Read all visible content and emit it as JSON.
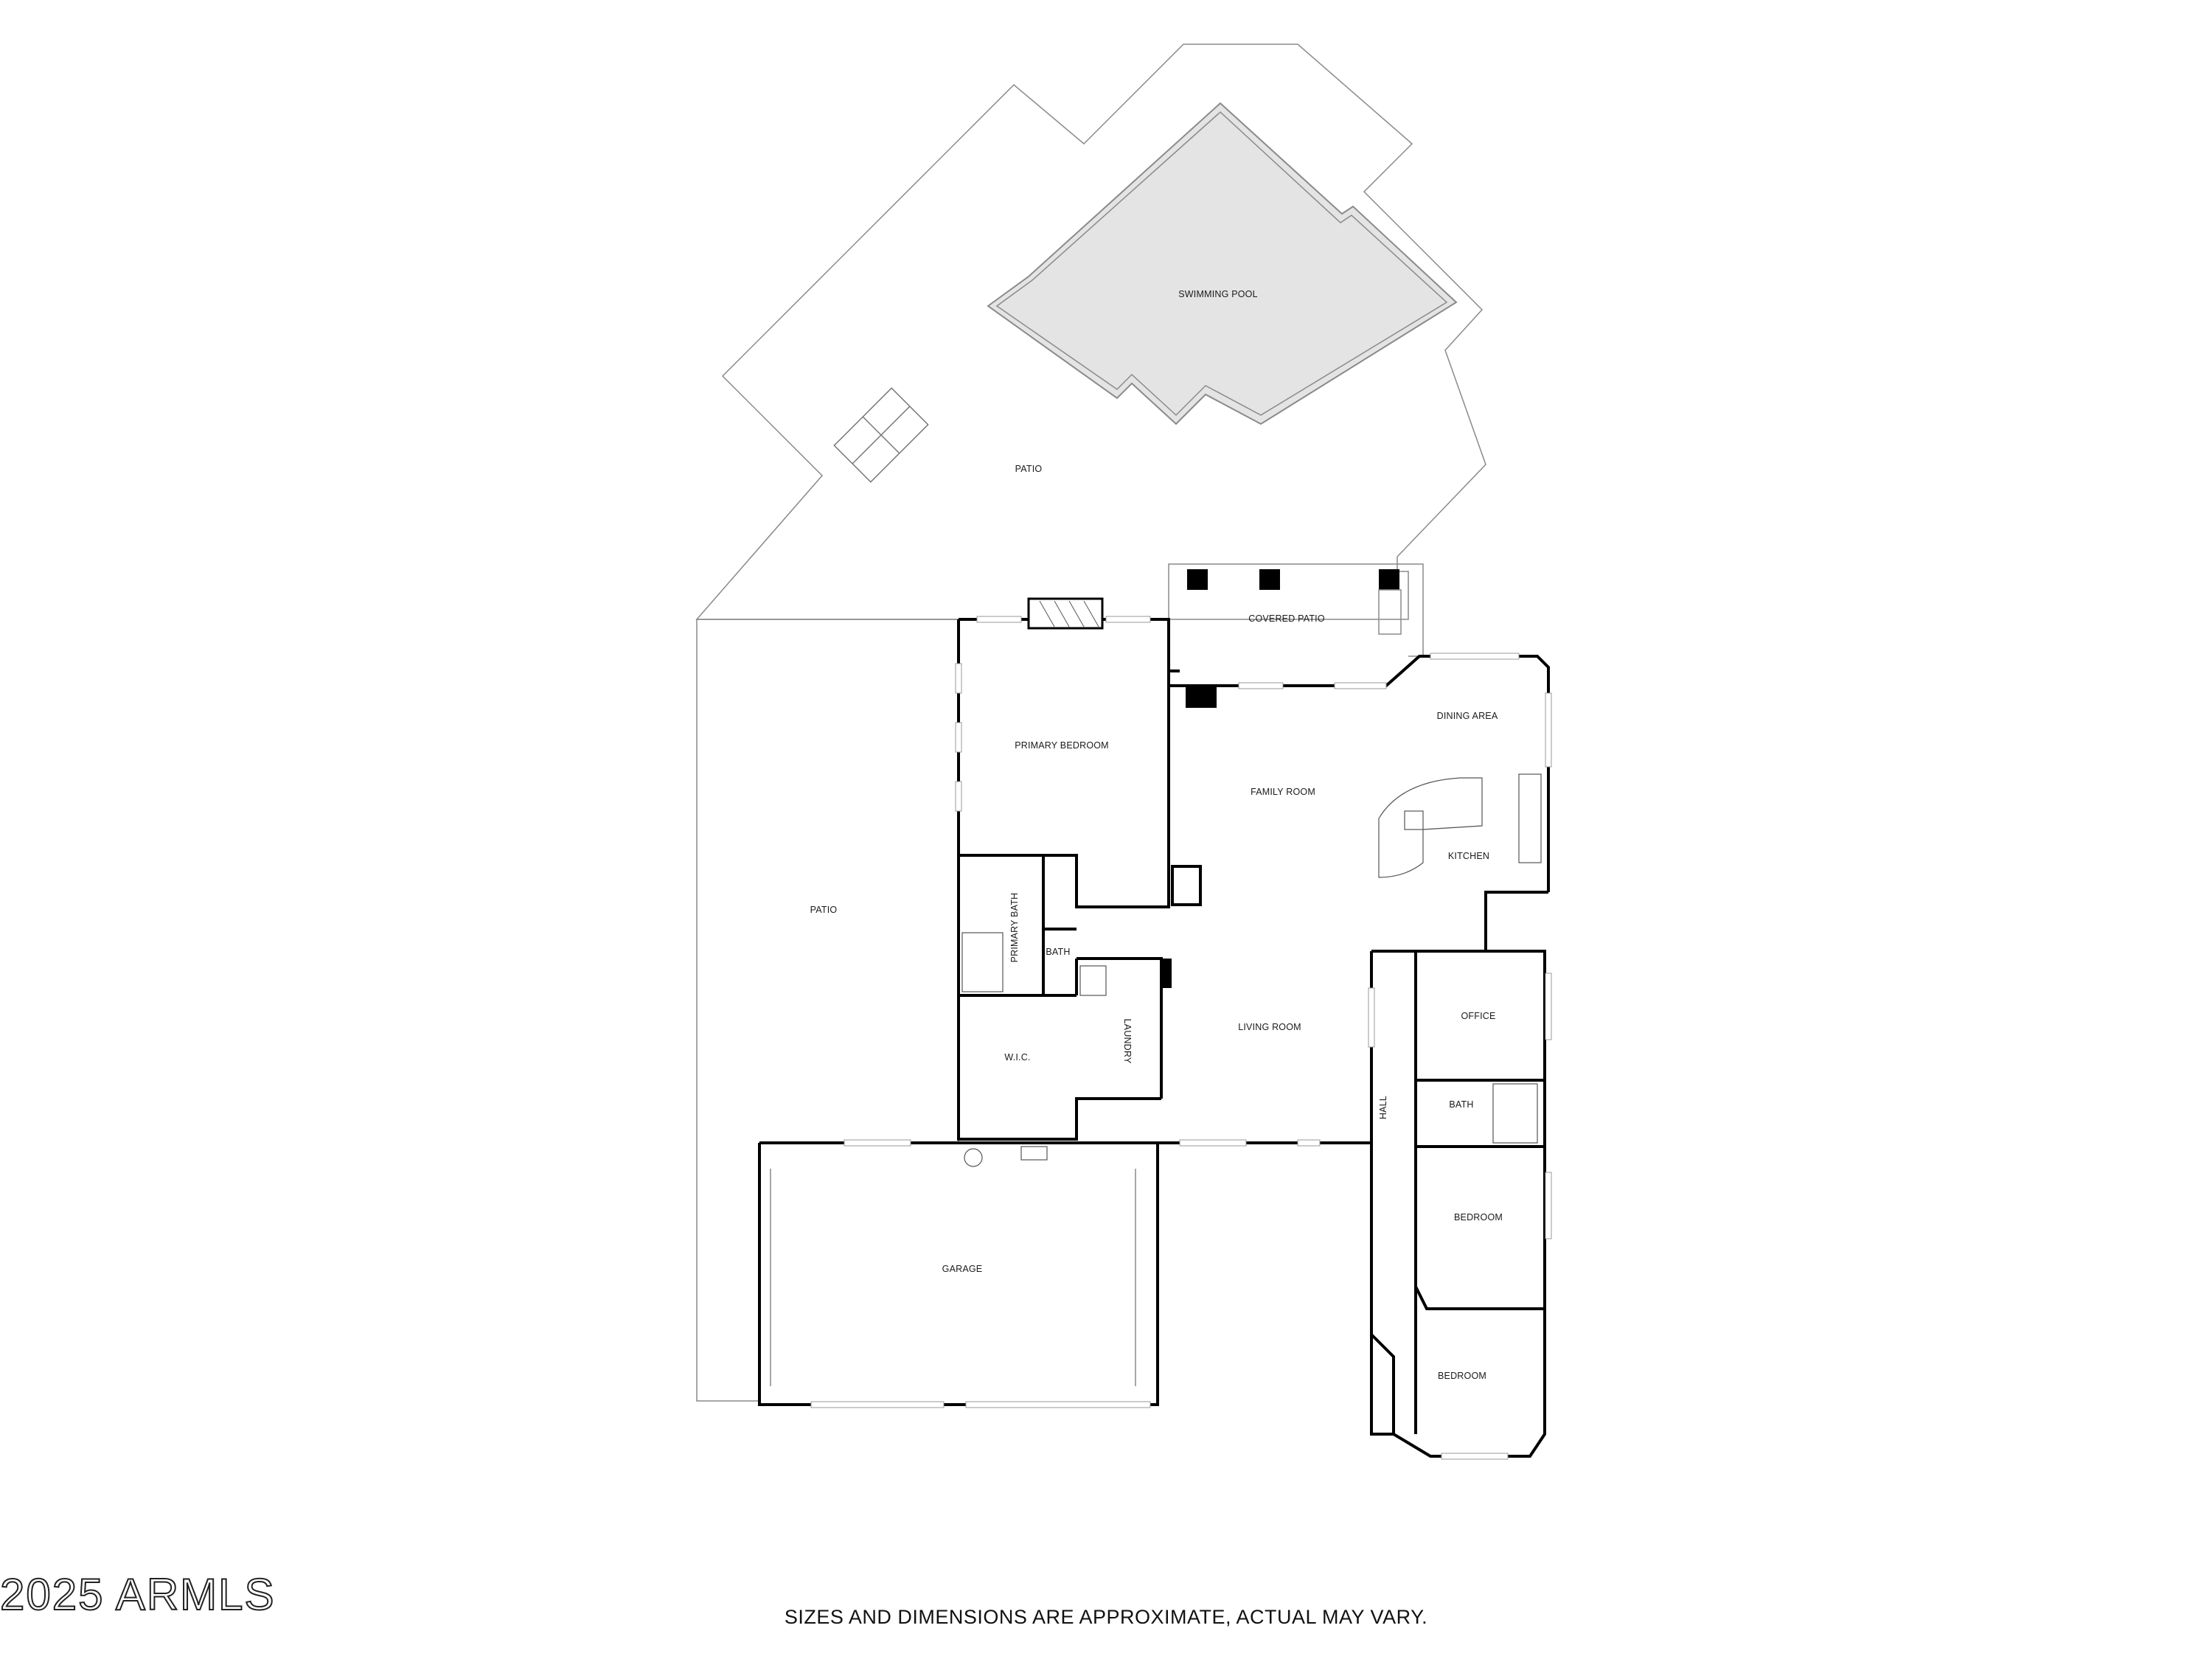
{
  "rooms": {
    "swimming_pool": "SWIMMING POOL",
    "patio_upper": "PATIO",
    "covered_patio": "COVERED PATIO",
    "dining_area": "DINING AREA",
    "primary_bedroom": "PRIMARY BEDROOM",
    "family_room": "FAMILY ROOM",
    "kitchen": "KITCHEN",
    "patio_left": "PATIO",
    "primary_bath": "PRIMARY BATH",
    "bath_small": "BATH",
    "office": "OFFICE",
    "wic": "W.I.C.",
    "laundry": "LAUNDRY",
    "living_room": "LIVING ROOM",
    "hall": "HALL",
    "bath_hall": "BATH",
    "bedroom_1": "BEDROOM",
    "garage": "GARAGE",
    "bedroom_2": "BEDROOM"
  },
  "footer": {
    "copyright": "2025 ARMLS",
    "disclaimer": "SIZES AND DIMENSIONS ARE APPROXIMATE, ACTUAL MAY VARY."
  },
  "colors": {
    "pool_fill": "#e4e4e4",
    "wall": "#000000",
    "outline": "#8a8a8a"
  }
}
